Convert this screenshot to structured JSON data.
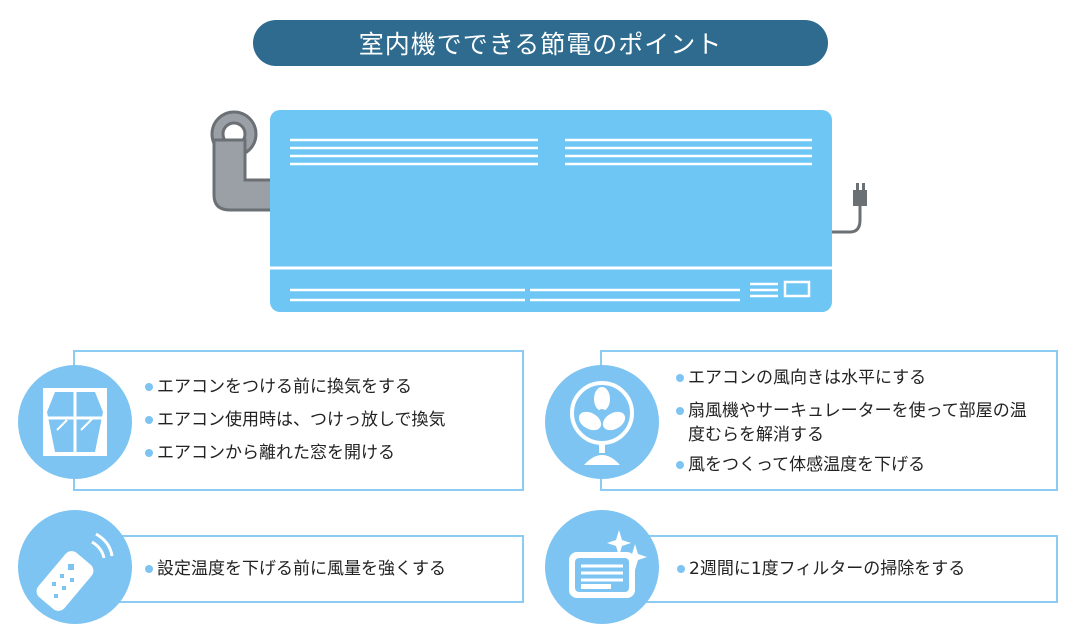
{
  "title": "室内機でできる節電のポイント",
  "colors": {
    "title_bg": "#2e6b8f",
    "accent": "#7dc4f2",
    "ac_body": "#6ec6f5",
    "border": "#8ccbf2"
  },
  "panels": [
    {
      "icon": "window-curtain-icon",
      "items": [
        "エアコンをつける前に換気をする",
        "エアコン使用時は、つけっ放しで換気",
        "エアコンから離れた窓を開ける"
      ]
    },
    {
      "icon": "fan-icon",
      "items": [
        "エアコンの風向きは水平にする",
        "扇風機やサーキュレーターを使って部屋の温度むらを解消する",
        "風をつくって体感温度を下げる"
      ]
    },
    {
      "icon": "remote-control-icon",
      "items": [
        "設定温度を下げる前に風量を強くする"
      ]
    },
    {
      "icon": "clean-filter-icon",
      "items": [
        "2週間に1度フィルターの掃除をする"
      ]
    }
  ]
}
